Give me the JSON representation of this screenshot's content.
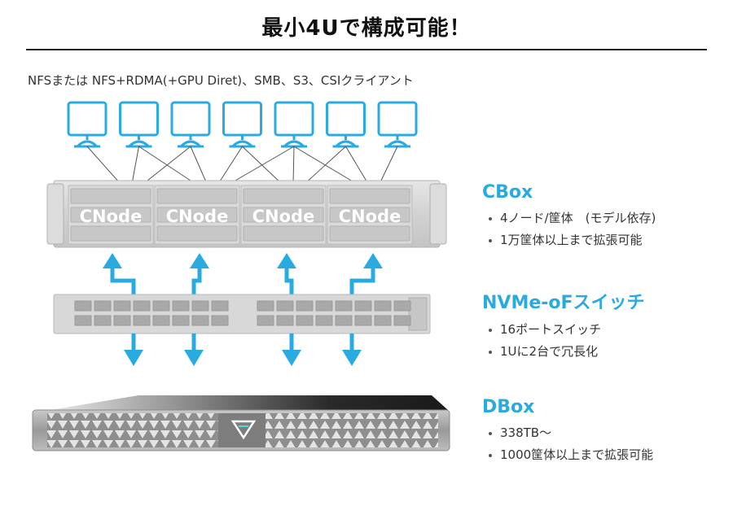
{
  "title": "最小4Uで構成可能！",
  "subtitle": "NFSまたは NFS+RDMA(+GPU Diret)、SMB、S3、CSIクライアント",
  "cnodes": [
    {
      "label": "CNode"
    },
    {
      "label": "CNode"
    },
    {
      "label": "CNode"
    },
    {
      "label": "CNode"
    }
  ],
  "client_count": 7,
  "sections": [
    {
      "heading": "CBox",
      "items": [
        "4ノード/筐体　(モデル依存)",
        "1万筐体以上まで拡張可能"
      ]
    },
    {
      "heading": "NVMe-oFスイッチ",
      "items": [
        "16ポートスイッチ",
        "1Uに2台で冗長化"
      ]
    },
    {
      "heading": "DBox",
      "items": [
        "338TB～",
        "1000筐体以上まで拡張可能"
      ]
    }
  ],
  "colors": {
    "accent": "#29ABE2",
    "arrow": "#29ABE2",
    "title_rule": "#222222",
    "chassis": "#d4d4d4",
    "dbox_top": "#333333"
  }
}
